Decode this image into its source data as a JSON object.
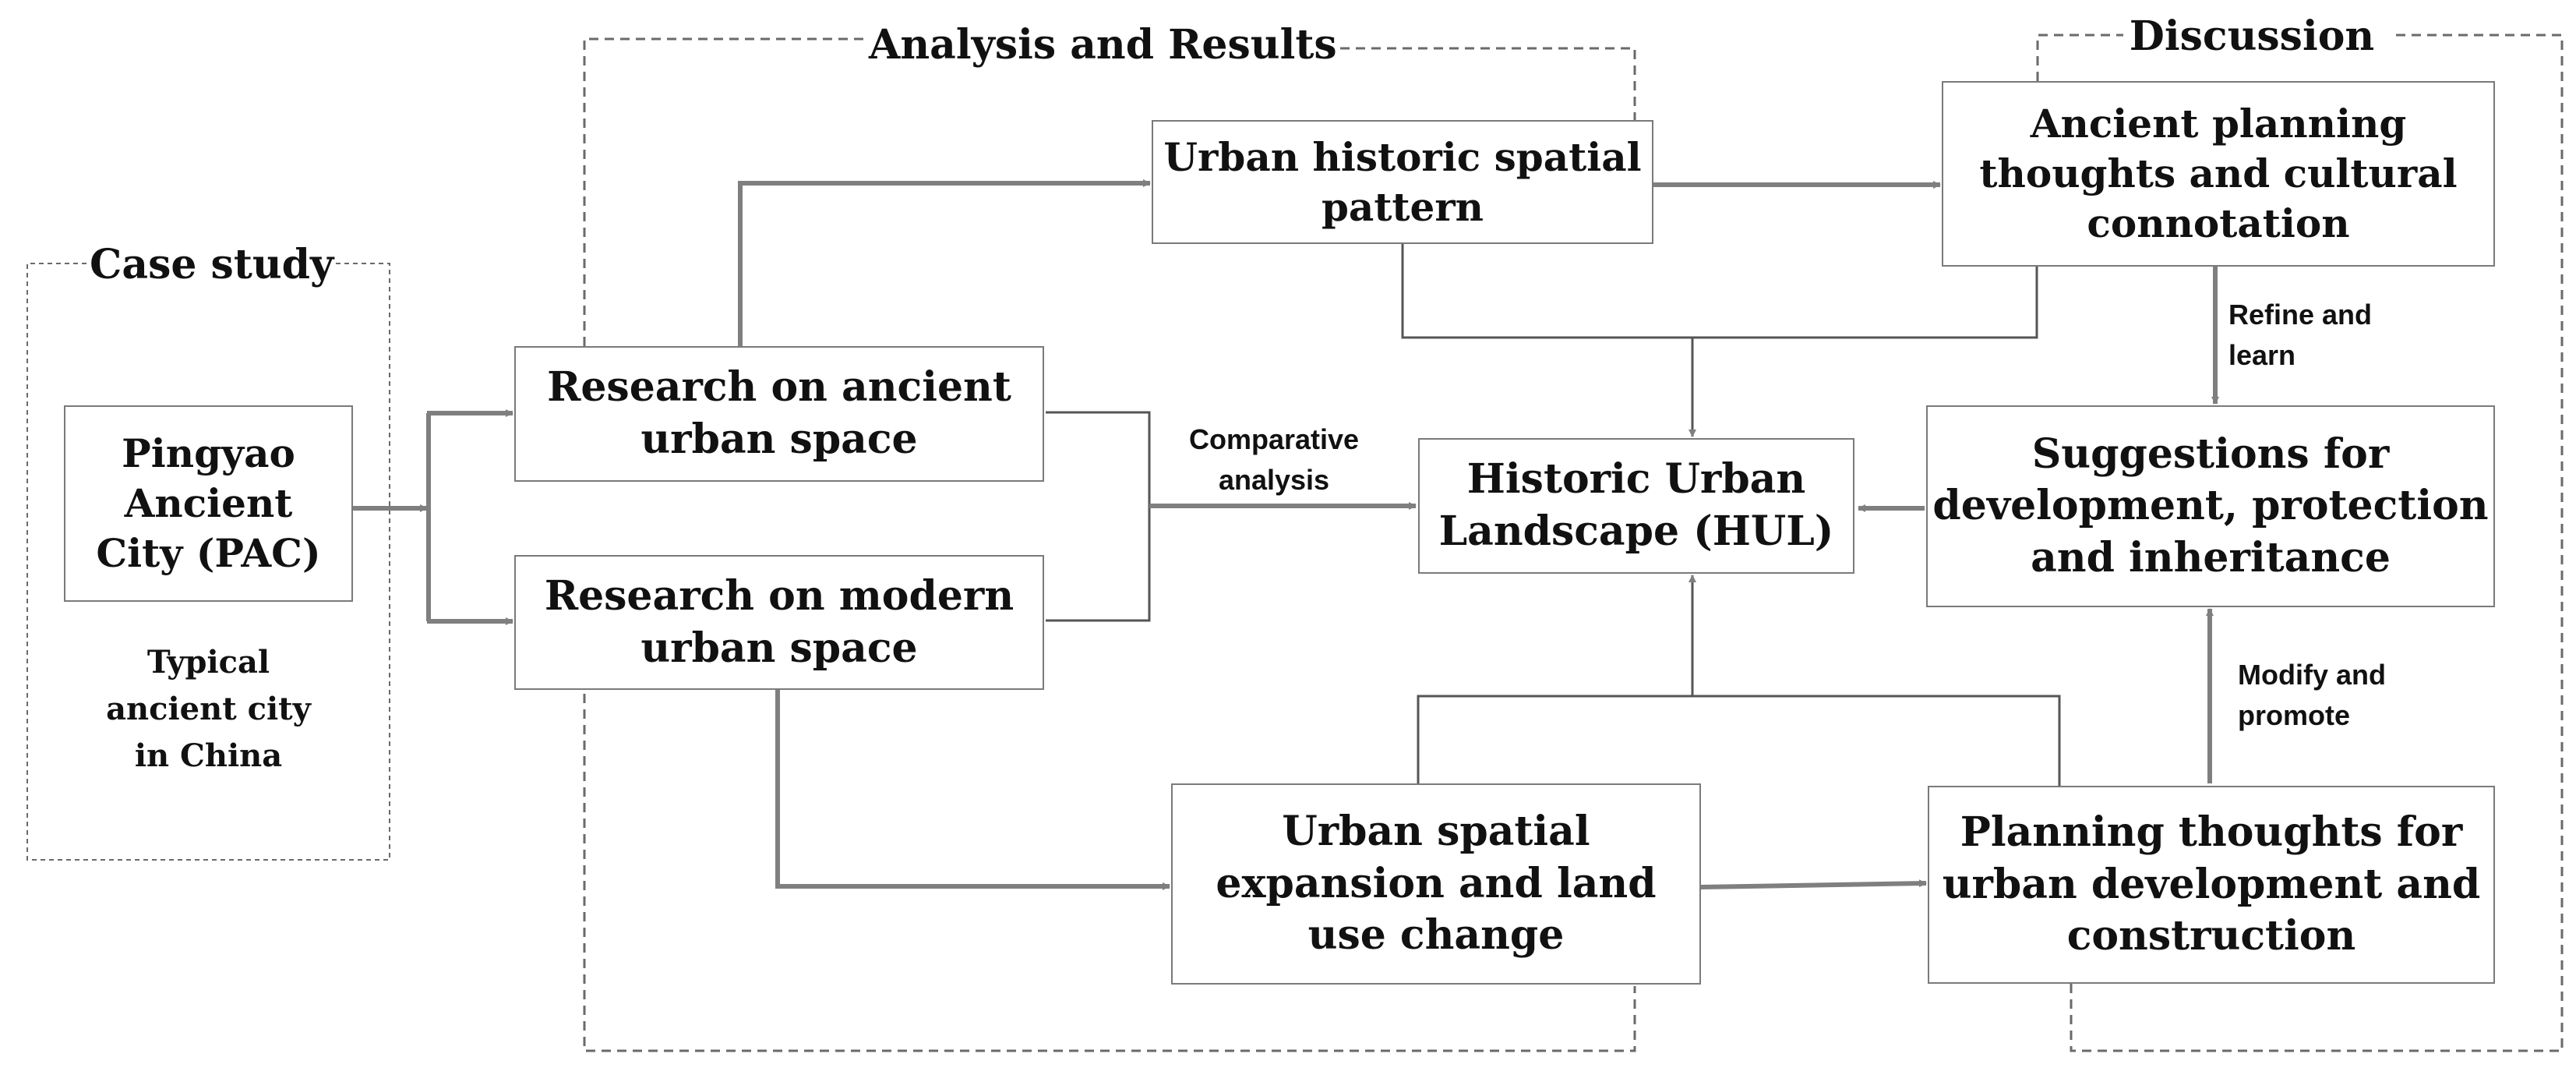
{
  "groups": {
    "case_study": "Case study",
    "analysis": "Analysis and Results",
    "discussion": "Discussion"
  },
  "nodes": {
    "pac": "Pingyao\nAncient\nCity (PAC)",
    "pac_note": "Typical\nancient city\nin China",
    "ancient_space": "Research on ancient\nurban space",
    "modern_space": "Research on modern\nurban space",
    "historic_pattern": "Urban historic spatial\npattern",
    "hul": "Historic Urban\nLandscape (HUL)",
    "expansion": "Urban spatial\nexpansion and land\nuse change",
    "ancient_planning": "Ancient planning\nthoughts and cultural\nconnotation",
    "suggestions": "Suggestions for\ndevelopment, protection\nand inheritance",
    "planning_thoughts": "Planning thoughts for\nurban development and\nconstruction"
  },
  "edge_labels": {
    "comparative": "Comparative\nanalysis",
    "refine": "Refine and\nlearn",
    "modify": "Modify and\npromote"
  },
  "colors": {
    "box_border": "#7a7a7a",
    "arrow": "#7f7f7f",
    "thin_line": "#555555",
    "dashed": "#6a6a6a",
    "text": "#111111"
  }
}
